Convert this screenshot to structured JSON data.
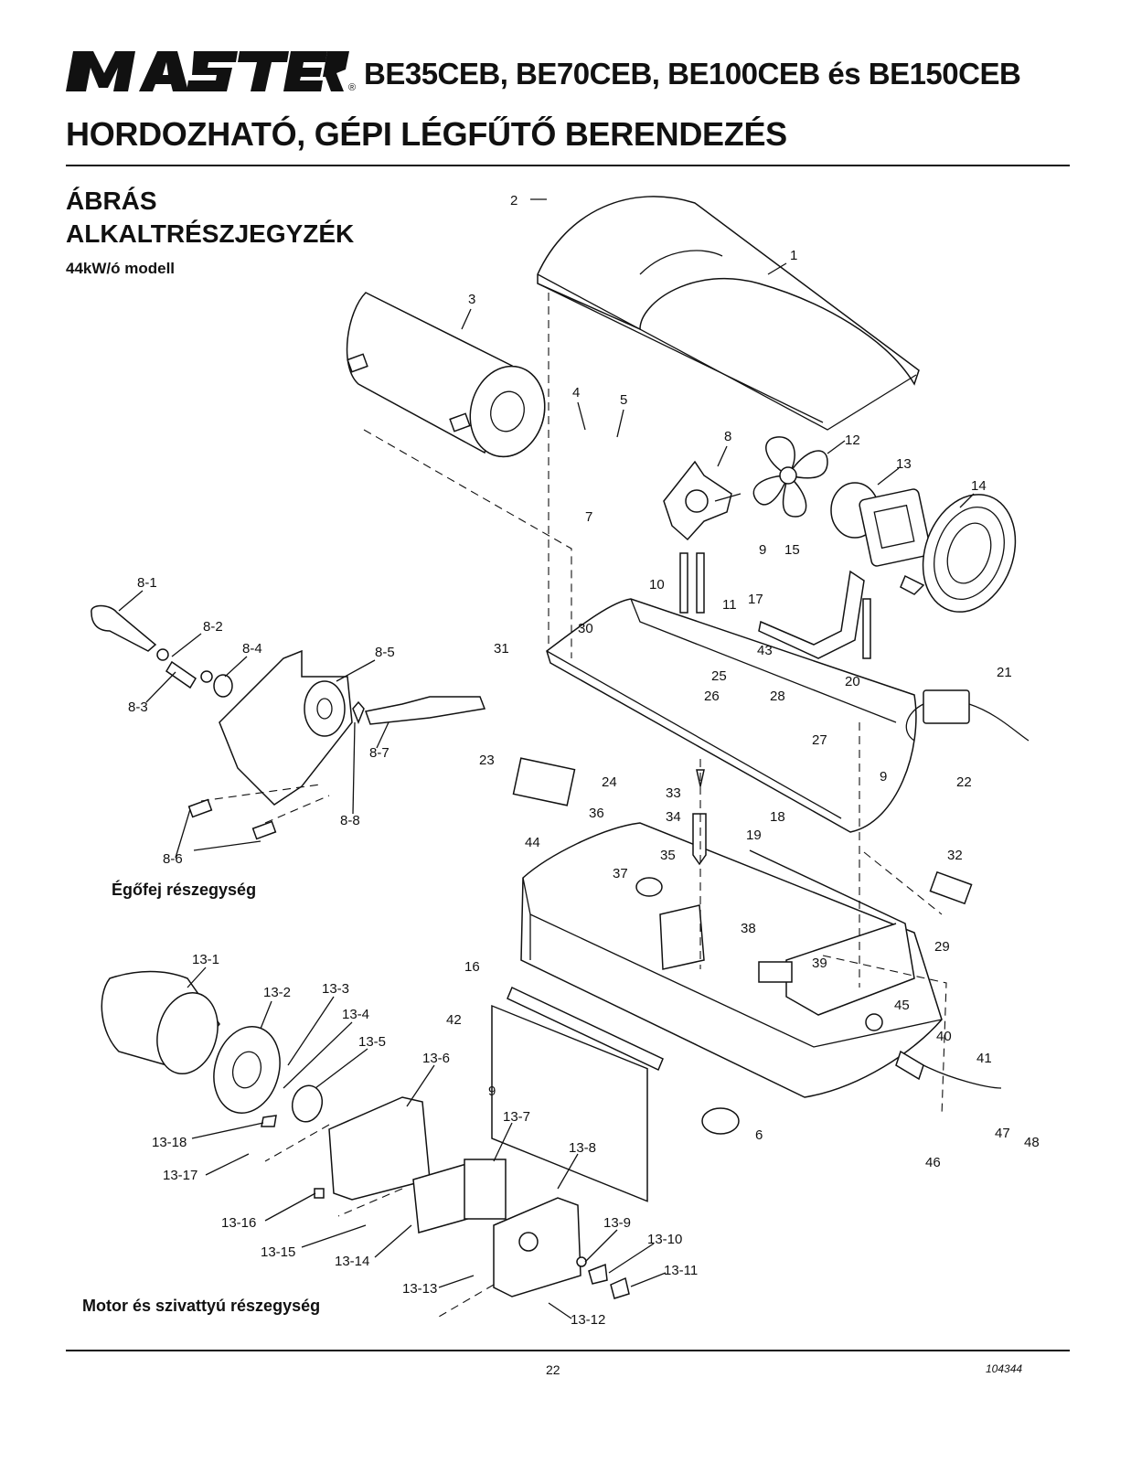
{
  "header": {
    "brand": "MASTER",
    "registered": "®",
    "models": "BE35CEB, BE70CEB, BE100CEB és BE150CEB",
    "title": "HORDOZHATÓ, GÉPI LÉGFŰTŐ BERENDEZÉS"
  },
  "section": {
    "title_line1": "ÁBRÁS",
    "title_line2": "ALKALTRÉSZJEGYZÉK",
    "subtitle": "44kW/ó modell"
  },
  "captions": {
    "burner": "Égőfej részegység",
    "motor": "Motor és szivattyú részegység"
  },
  "labels": {
    "main": [
      "1",
      "2",
      "3",
      "4",
      "5",
      "6",
      "7",
      "8",
      "9",
      "10",
      "11",
      "12",
      "13",
      "14",
      "15",
      "16",
      "17",
      "18",
      "19",
      "20",
      "21",
      "22",
      "23",
      "24",
      "25",
      "26",
      "27",
      "28",
      "29",
      "30",
      "31",
      "32",
      "33",
      "34",
      "35",
      "36",
      "37",
      "38",
      "39",
      "40",
      "41",
      "42",
      "43",
      "44",
      "45",
      "46",
      "47",
      "48"
    ],
    "burner": [
      "8-1",
      "8-2",
      "8-3",
      "8-4",
      "8-5",
      "8-6",
      "8-7",
      "8-8"
    ],
    "motor": [
      "13-1",
      "13-2",
      "13-3",
      "13-4",
      "13-5",
      "13-6",
      "13-7",
      "13-8",
      "13-9",
      "13-10",
      "13-11",
      "13-12",
      "13-13",
      "13-14",
      "13-15",
      "13-16",
      "13-17",
      "13-18"
    ]
  },
  "footer": {
    "page": "22",
    "doc_number": "104344"
  }
}
